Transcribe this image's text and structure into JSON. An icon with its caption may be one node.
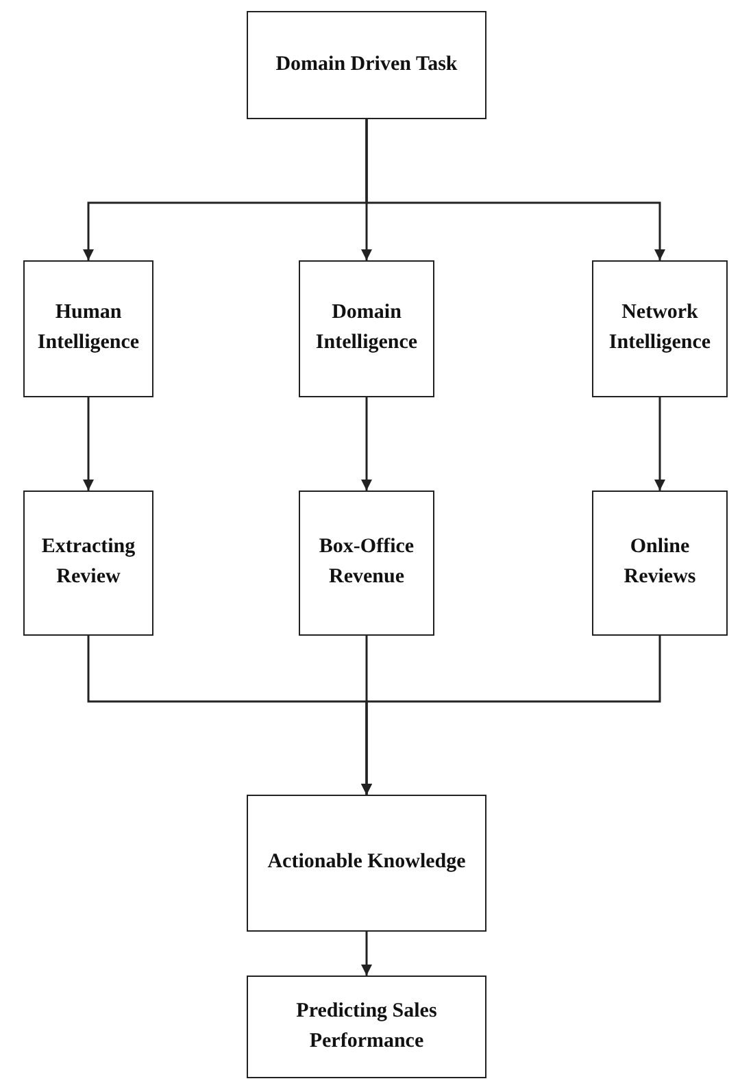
{
  "diagram": {
    "nodes": [
      {
        "text": [
          "Domain Driven Task"
        ]
      },
      {
        "text": [
          "Human Intelligence"
        ]
      },
      {
        "text": [
          "Domain Intelligence"
        ]
      },
      {
        "text": [
          "Network Intelligence"
        ]
      },
      {
        "text": [
          "Extracting Review"
        ]
      },
      {
        "text": [
          "Box-Office Revenue"
        ]
      },
      {
        "text": [
          "Online Reviews"
        ]
      },
      {
        "text": [
          "Actionable Knowledge"
        ]
      },
      {
        "text": [
          "Predicting Sales Performance"
        ]
      }
    ],
    "edges": [
      {
        "from": 0,
        "to": 1,
        "arrow": "to"
      },
      {
        "from": 0,
        "to": 2,
        "arrow": "to"
      },
      {
        "from": 0,
        "to": 3,
        "arrow": "to"
      },
      {
        "from": 1,
        "to": 4,
        "arrow": "to"
      },
      {
        "from": 2,
        "to": 5,
        "arrow": "to"
      },
      {
        "from": 3,
        "to": 6,
        "arrow": "to"
      },
      {
        "from": 4,
        "to": 7,
        "arrow": "to"
      },
      {
        "from": 5,
        "to": 7,
        "arrow": "to"
      },
      {
        "from": 6,
        "to": 7,
        "arrow": "to"
      },
      {
        "from": 7,
        "to": 8,
        "arrow": "to"
      }
    ]
  }
}
